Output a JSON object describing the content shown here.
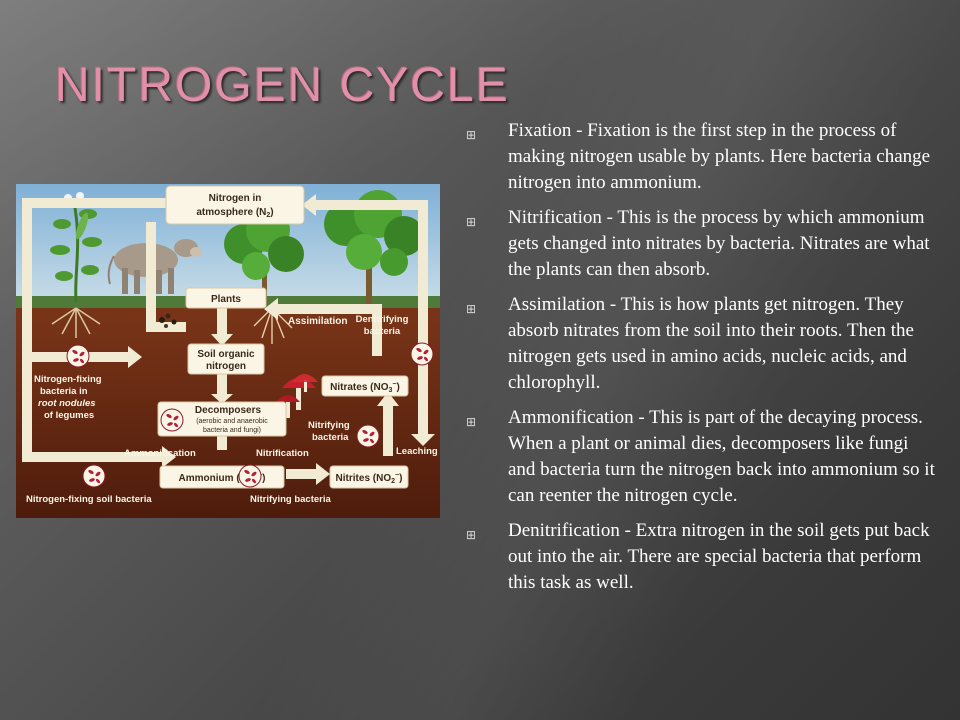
{
  "slide": {
    "title": "NITROGEN CYCLE",
    "bullet_icon": "⊞",
    "bullets": [
      "Fixation - Fixation is the first step in the process of making nitrogen usable by plants. Here bacteria change nitrogen into ammonium.",
      "Nitrification - This is the process by which ammonium gets changed into nitrates by bacteria. Nitrates are what the plants can then absorb.",
      "Assimilation - This is how plants get nitrogen. They absorb nitrates from the soil into their roots. Then the nitrogen gets used in amino acids, nucleic acids, and chlorophyll.",
      "Ammonification - This is part of the decaying process. When a plant or animal dies, decomposers like fungi and bacteria turn the nitrogen back into ammonium so it can reenter the nitrogen cycle.",
      "Denitrification - Extra nitrogen in the soil gets put back out into the air. There are special bacteria that perform this task as well."
    ]
  },
  "diagram": {
    "atmosphere_line1": "Nitrogen in",
    "atmosphere_line2": "atmosphere (N",
    "atmosphere_sub": "2",
    "atmosphere_close": ")",
    "plants": "Plants",
    "assimilation": "Assimilation",
    "denitrifying_line1": "Denitrifying",
    "denitrifying_line2": "bacteria",
    "soil_organic_line1": "Soil organic",
    "soil_organic_line2": "nitrogen",
    "fixing_line1": "Nitrogen-fixing",
    "fixing_line2": "bacteria in",
    "fixing_line3": "root nodules",
    "fixing_line4": "of legumes",
    "nitrates": "Nitrates (NO",
    "nitrates_sub": "3",
    "nitrates_sup": "−",
    "nitrates_close": ")",
    "decomposers": "Decomposers",
    "decomposers_note1": "(aerobic and anaerobic",
    "decomposers_note2": "bacteria and fungi)",
    "nitrifying_line1": "Nitrifying",
    "nitrifying_line2": "bacteria",
    "leaching": "Leaching",
    "ammonification": "Ammonification",
    "nitrification": "Nitrification",
    "ammonium": "Ammonium (NH",
    "ammonium_sub": "4",
    "ammonium_sup": "+",
    "ammonium_close": ")",
    "nitrites": "Nitrites (NO",
    "nitrites_sub": "2",
    "nitrites_sup": "−",
    "nitrites_close": ")",
    "fixing_soil": "Nitrogen-fixing soil bacteria",
    "nitrifying_bottom": "Nitrifying bacteria"
  },
  "colors": {
    "title": "#e090a8",
    "bullet_text": "#ffffff",
    "arrow": "#f2ebd3",
    "soil": "#6b2a14",
    "sky": "#9ec3dc",
    "bacteria": "#b0203a"
  }
}
